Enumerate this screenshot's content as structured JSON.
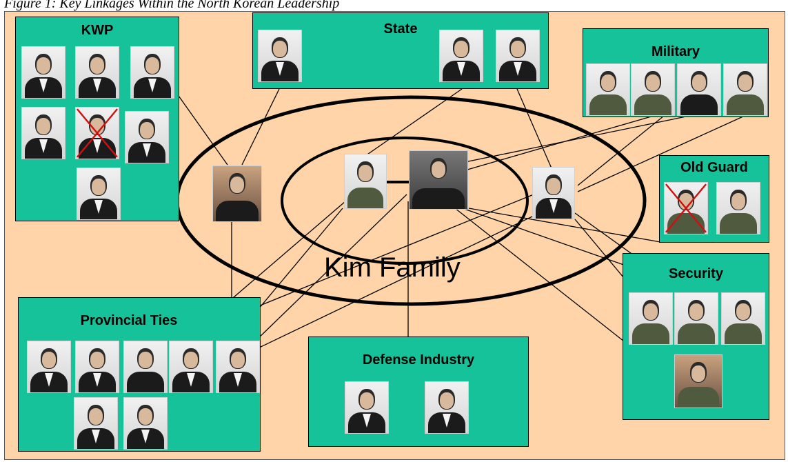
{
  "figure_caption": "Figure 1: Key Linkages Within the North Korean Leadership",
  "center_label": "Kim Family",
  "groups": {
    "kwp": "KWP",
    "state": "State",
    "military": "Military",
    "old_guard": "Old Guard",
    "security": "Security",
    "provincial": "Provincial Ties",
    "defense": "Defense Industry"
  },
  "colors": {
    "background": "#ffd4a8",
    "group_fill": "#15c29a",
    "crossed_out": "#d01010"
  },
  "icons": [
    "portrait-photo",
    "red-x-cross-mark"
  ]
}
